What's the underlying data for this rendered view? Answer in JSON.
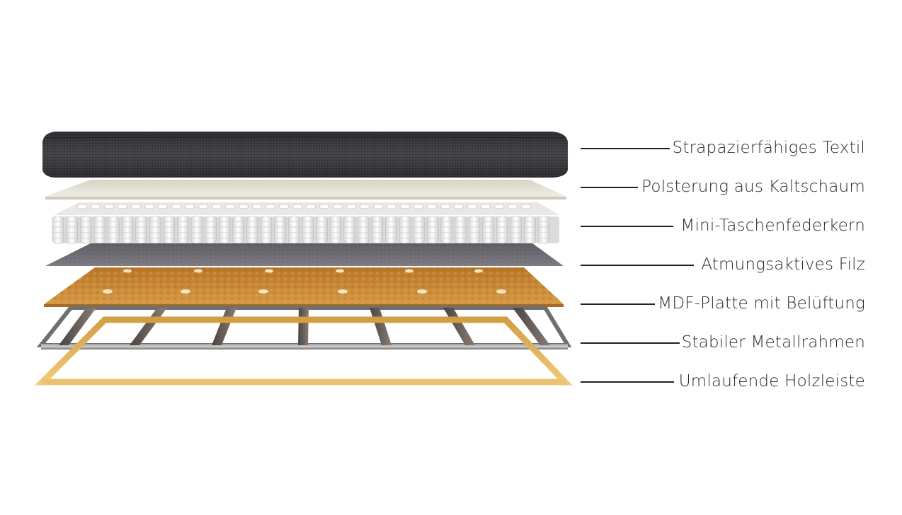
{
  "layers": [
    {
      "label": "Strapazierfähiges Textil"
    },
    {
      "label": "Polsterung aus Kaltschaum"
    },
    {
      "label": "Mini-Taschenfederkern"
    },
    {
      "label": "Atmungsaktives Filz"
    },
    {
      "label": "MDF-Platte mit Belüftung"
    },
    {
      "label": "Stabiler Metallrahmen"
    },
    {
      "label": "Umlaufende Holzleiste"
    }
  ],
  "colors": {
    "textile": "#3a3b3d",
    "foam": "#e6e2d6",
    "springs": "#f2f2f2",
    "felt": "#6f6d73",
    "mdf": "#c98a3a",
    "metal": "#7a7a7a",
    "wood": "#e0b45a",
    "text": "#2a2a2a",
    "leader": "#222222"
  }
}
